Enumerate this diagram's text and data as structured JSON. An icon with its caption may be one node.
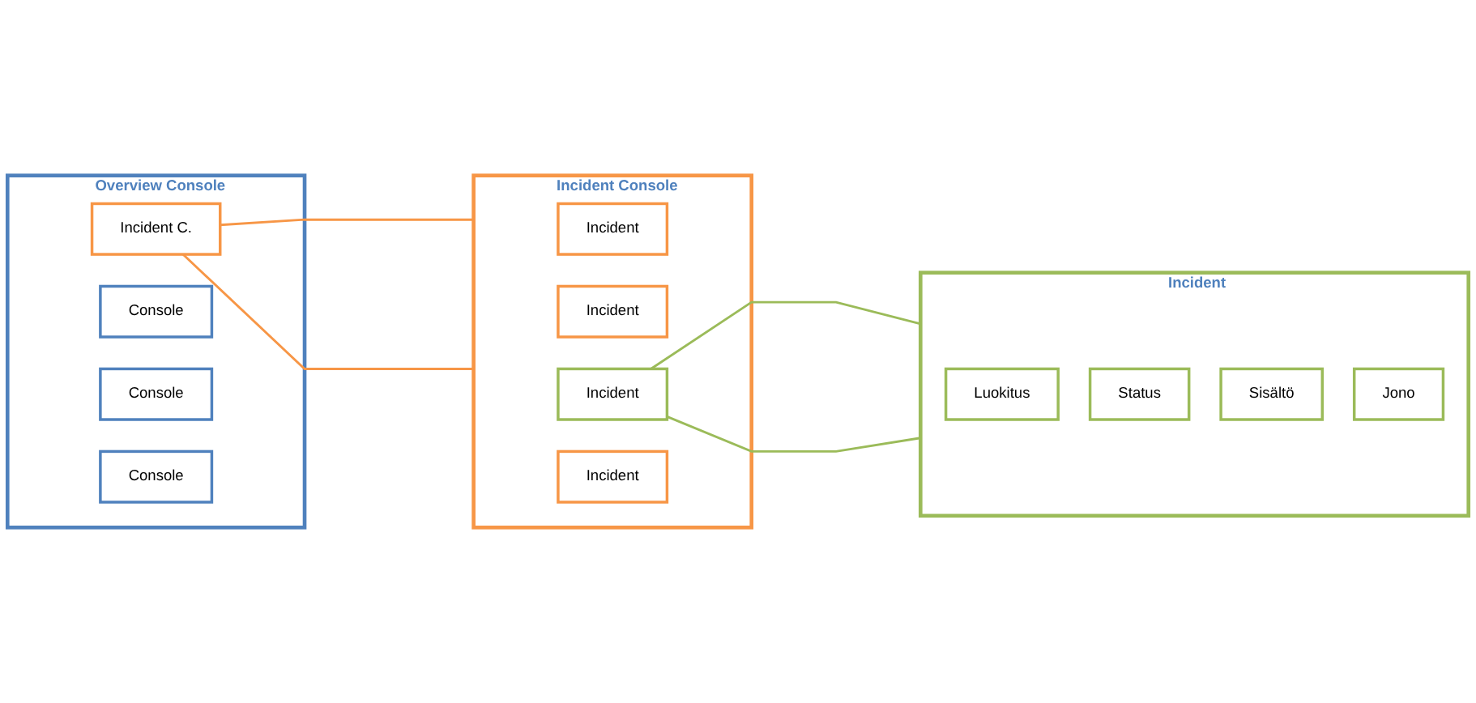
{
  "diagram": {
    "nodes": [
      {
        "text": [
          "Overview Console"
        ]
      },
      {
        "text": [
          "Incident C."
        ],
        "in": 0
      },
      {
        "text": [
          "Console"
        ],
        "in": 0
      },
      {
        "text": [
          "Console"
        ],
        "in": 0
      },
      {
        "text": [
          "Console"
        ],
        "in": 0
      },
      {
        "text": [
          "Incident Console"
        ]
      },
      {
        "text": [
          "Incident"
        ],
        "in": 5
      },
      {
        "text": [
          "Incident"
        ],
        "in": 5
      },
      {
        "text": [
          "Incident"
        ],
        "in": 5
      },
      {
        "text": [
          "Incident"
        ],
        "in": 5
      },
      {
        "text": [
          "Incident"
        ]
      },
      {
        "text": [
          "Luokitus"
        ],
        "in": 10
      },
      {
        "text": [
          "Status"
        ],
        "in": 10
      },
      {
        "text": [
          "Sisältö"
        ],
        "in": 10
      },
      {
        "text": [
          "Jono"
        ],
        "in": 10
      }
    ],
    "edges": [
      {
        "from": 1,
        "to": 5,
        "arrow": "none",
        "color": "#f79646"
      },
      {
        "from": 1,
        "to": 5,
        "arrow": "none",
        "color": "#f79646"
      },
      {
        "from": 8,
        "to": 10,
        "arrow": "none",
        "color": "#9bbb59"
      },
      {
        "from": 8,
        "to": 10,
        "arrow": "none",
        "color": "#9bbb59"
      }
    ]
  }
}
